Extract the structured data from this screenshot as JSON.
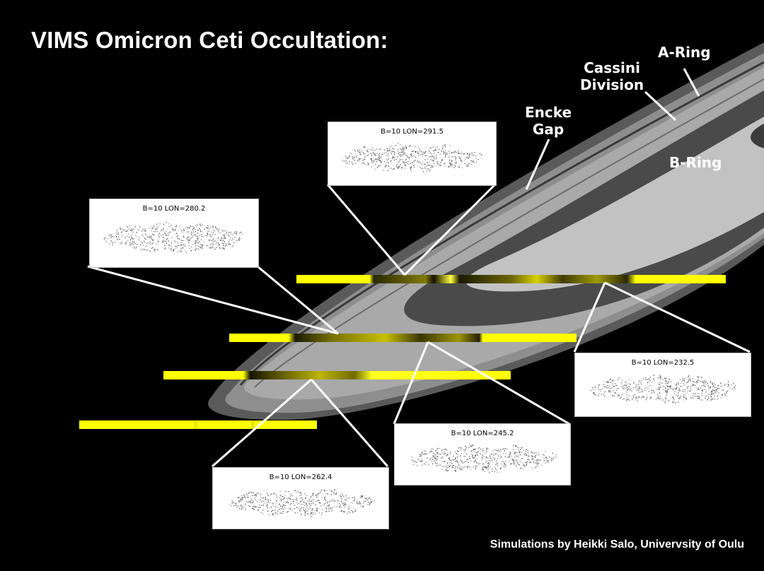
{
  "title": "VIMS Omicron Ceti Occultation:",
  "credit": "Simulations by Heikki Salo, Univervsity of Oulu",
  "ring_labels": {
    "a_ring": "A-Ring",
    "cassini_division": [
      "Cassini",
      "Division"
    ],
    "encke_gap": [
      "Encke",
      "Gap"
    ],
    "b_ring": "B-Ring"
  },
  "simulation_panels": [
    {
      "id": "lon-291-5",
      "label": "B=10  LON=291.5"
    },
    {
      "id": "lon-280-2",
      "label": "B=10  LON=280.2"
    },
    {
      "id": "lon-232-5",
      "label": "B=10  LON=232.5"
    },
    {
      "id": "lon-245-2",
      "label": "B=10  LON=245.2"
    },
    {
      "id": "lon-262-4",
      "label": "B=10  LON=262.4"
    }
  ],
  "colors": {
    "background": "#000000",
    "occultation_track": "#ffff00",
    "ring_outer": "#9a9a9a",
    "ring_dark": "#555555",
    "ring_inner": "#b8b8b8"
  }
}
